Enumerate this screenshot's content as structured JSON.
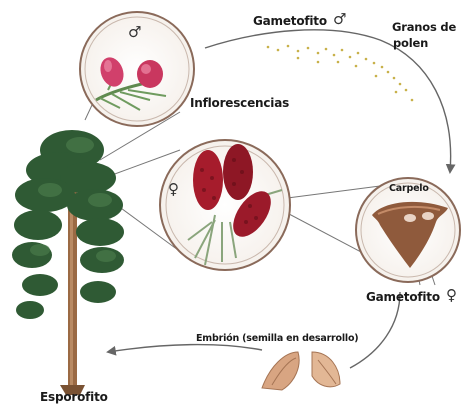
{
  "labels": {
    "gametofito_male": "Gametofito",
    "granos_line1": "Granos de",
    "granos_line2": "polen",
    "inflorescencias": "Inflorescencias",
    "carpelo": "Carpelo",
    "gametofito_female": "Gametofito",
    "embrion": "Embrión (semilla en desarrollo)",
    "esporofito": "Esporofito"
  },
  "symbols": {
    "male": "♂",
    "female": "♀"
  },
  "colors": {
    "ring": "#8a6a5a",
    "arrow": "#666666",
    "pollen": "#c8b14a",
    "male_cone": "#d1406b",
    "female_cone": "#a61c2c",
    "needle": "#5f8a4f",
    "trunk": "#9b6a44",
    "foliage": "#2f5a34",
    "carpel": "#8f5a3c",
    "seed": "#d8a582"
  }
}
